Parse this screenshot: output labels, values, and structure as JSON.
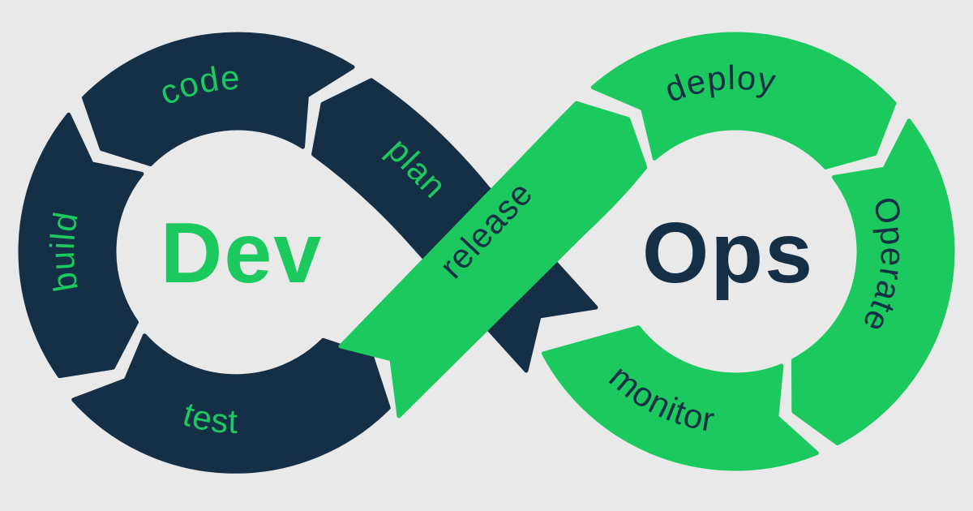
{
  "colors": {
    "background": "#e9e9e9",
    "navy": "#152f46",
    "green": "#1bc95e"
  },
  "diagram": {
    "type": "devops-infinity-loop",
    "dev_loop": {
      "title": "Dev",
      "title_color": "#1bc95e",
      "ring_color": "#152f46",
      "stages": [
        "plan",
        "code",
        "build",
        "test"
      ]
    },
    "ops_loop": {
      "title": "Ops",
      "title_color": "#152f46",
      "ring_color": "#1bc95e",
      "stages": [
        "release",
        "deploy",
        "Operate",
        "monitor"
      ]
    },
    "flow_order": [
      "plan",
      "code",
      "build",
      "test",
      "release",
      "deploy",
      "Operate",
      "monitor"
    ]
  },
  "labels": {
    "dev": "Dev",
    "ops": "Ops",
    "code": "code",
    "build": "build",
    "test": "test",
    "plan": "plan",
    "release": "release",
    "deploy": "deploy",
    "operate": "Operate",
    "monitor": "monitor"
  }
}
